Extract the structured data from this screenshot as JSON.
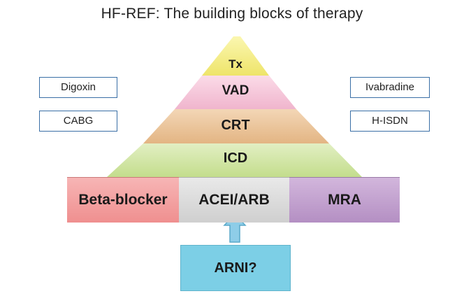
{
  "title": "HF-REF: The building blocks of therapy",
  "pyramid": {
    "tiers": [
      {
        "label": "Tx",
        "color": "#f5f08a"
      },
      {
        "label": "VAD",
        "color": "#f6c6da"
      },
      {
        "label": "CRT",
        "color": "#ebc59c"
      },
      {
        "label": "ICD",
        "color": "#d2e6a6"
      }
    ]
  },
  "left_boxes": [
    "Digoxin",
    "CABG"
  ],
  "right_boxes": [
    "Ivabradine",
    "H-ISDN"
  ],
  "base": [
    {
      "label": "Beta-blocker",
      "color": "#f4a3a3"
    },
    {
      "label": "ACEI/ARB",
      "color": "#d9d9d9"
    },
    {
      "label": "MRA",
      "color": "#c3a1cf"
    }
  ],
  "arrow_color": "#8ecde8",
  "arni": {
    "label": "ARNI?",
    "color": "#7ccfe6"
  }
}
